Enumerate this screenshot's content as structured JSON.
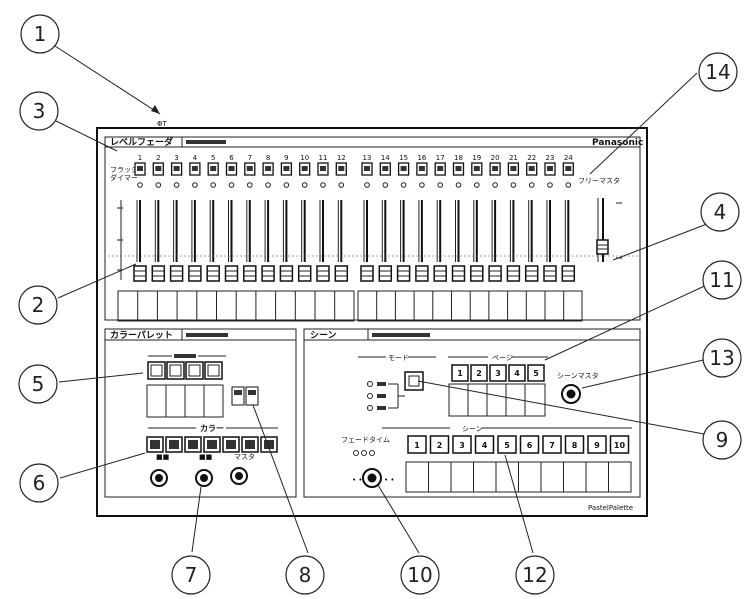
{
  "callouts": [
    "1",
    "2",
    "3",
    "4",
    "5",
    "6",
    "7",
    "8",
    "9",
    "10",
    "11",
    "12",
    "13",
    "14"
  ],
  "brand": "Panasonic",
  "product": "PastelPalette",
  "panel": {
    "level_fader_title": "レベルフェーダ",
    "color_palette_title": "カラーパレット",
    "scene_title": "シーン",
    "free_master_label": "フリーマスタ",
    "mode_label": "モード",
    "page_label": "ページ",
    "scene_row_label": "シーン",
    "scene_master_label": "シーンマスタ",
    "fade_time_label": "フェードタイム",
    "color_label": "カラー",
    "side_label_1": "フラッシュ",
    "side_label_2": "ダイマー",
    "knob_label_mask": "マスタ",
    "left_top_label": "ΦT",
    "scene_buttons": [
      "1",
      "2",
      "3",
      "4",
      "5",
      "6",
      "7",
      "8",
      "9",
      "10"
    ],
    "page_buttons": [
      "1",
      "2",
      "3",
      "4",
      "5"
    ],
    "channels_a": [
      "1",
      "2",
      "3",
      "4",
      "5",
      "6",
      "7",
      "8",
      "9",
      "10",
      "11",
      "12"
    ],
    "channels_b": [
      "13",
      "14",
      "15",
      "16",
      "17",
      "18",
      "19",
      "20",
      "21",
      "22",
      "23",
      "24"
    ]
  },
  "colors": {
    "line": "#222222"
  }
}
